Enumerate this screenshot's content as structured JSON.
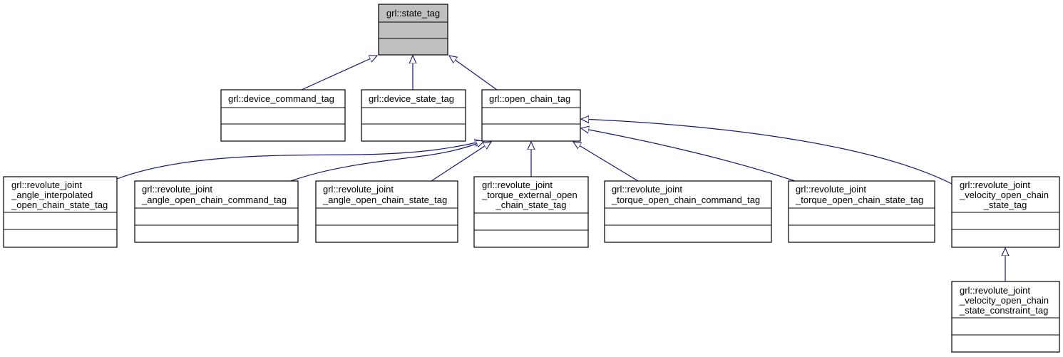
{
  "diagram": {
    "root": {
      "name": "grl::state_tag"
    },
    "level1": [
      {
        "name": "grl::device_command_tag"
      },
      {
        "name": "grl::device_state_tag"
      },
      {
        "name": "grl::open_chain_tag"
      }
    ],
    "level2": [
      {
        "lines": [
          "grl::revolute_joint",
          "_angle_interpolated",
          "_open_chain_state_tag"
        ]
      },
      {
        "lines": [
          "grl::revolute_joint",
          "_angle_open_chain_command_tag"
        ]
      },
      {
        "lines": [
          "grl::revolute_joint",
          "_angle_open_chain_state_tag"
        ]
      },
      {
        "lines": [
          "grl::revolute_joint",
          "_torque_external_open",
          "_chain_state_tag"
        ]
      },
      {
        "lines": [
          "grl::revolute_joint",
          "_torque_open_chain_command_tag"
        ]
      },
      {
        "lines": [
          "grl::revolute_joint",
          "_torque_open_chain_state_tag"
        ]
      },
      {
        "lines": [
          "grl::revolute_joint",
          "_velocity_open_chain",
          "_state_tag"
        ]
      }
    ],
    "level3": [
      {
        "lines": [
          "grl::revolute_joint",
          "_velocity_open_chain",
          "_state_constraint_tag"
        ]
      }
    ],
    "colors": {
      "edge": "#191970",
      "root_fill": "#bfbfbf"
    }
  }
}
